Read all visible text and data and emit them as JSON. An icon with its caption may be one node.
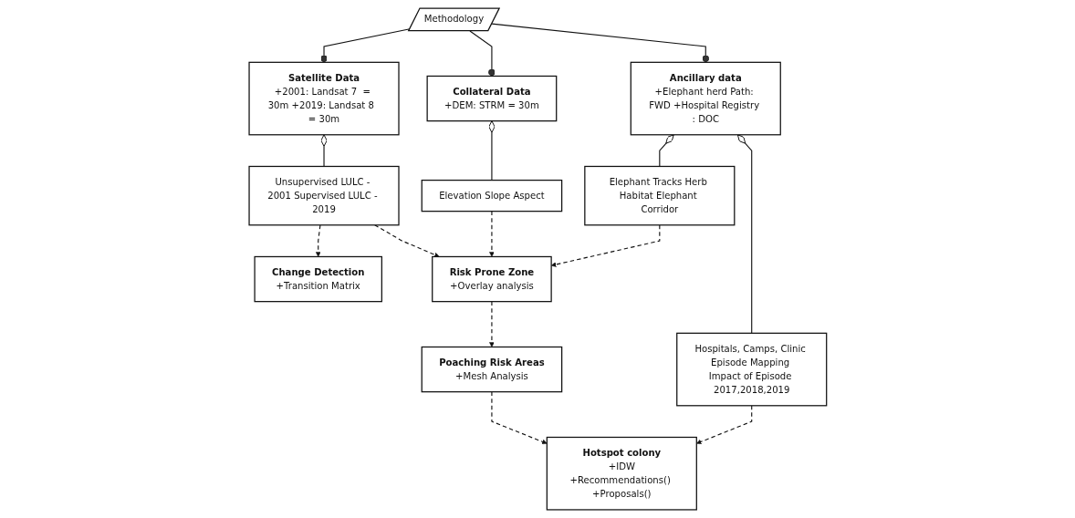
{
  "diagram": {
    "nodes": [
      {
        "text": [
          "Methodology"
        ]
      },
      {
        "text": [
          "Satellite Data",
          "+2001: Landsat 7  = 30m +2019: Landsat 8  = 30m"
        ]
      },
      {
        "text": [
          "Collateral Data",
          "+DEM: STRM = 30m"
        ]
      },
      {
        "text": [
          "Ancillary data",
          "+Elephant herd Path: FWD +Hospital Registry : DOC"
        ]
      },
      {
        "text": [
          "Unsupervised LULC - 2001 Supervised LULC - 2019"
        ]
      },
      {
        "text": [
          "Elevation Slope Aspect"
        ]
      },
      {
        "text": [
          "Elephant Tracks Herb Habitat Elephant Corridor"
        ]
      },
      {
        "text": [
          "Hospitals, Camps, Clinic Episode Mapping Impact of Episode 2017,2018,2019"
        ]
      },
      {
        "text": [
          "Change Detection",
          "+Transition Matrix"
        ]
      },
      {
        "text": [
          "Risk Prone Zone",
          "+Overlay analysis"
        ]
      },
      {
        "text": [
          "Hotspot colony",
          "+IDW",
          "+Recommendations() +Proposals()"
        ]
      },
      {
        "text": [
          "Poaching Risk Areas",
          "+Mesh Analysis"
        ]
      }
    ],
    "edges": [
      {
        "from": 0,
        "to": 1,
        "arrow": "other"
      },
      {
        "from": 0,
        "to": 2,
        "arrow": "other"
      },
      {
        "from": 0,
        "to": 3,
        "arrow": "other"
      },
      {
        "from": 4,
        "to": 1,
        "arrow": "other"
      },
      {
        "from": 5,
        "to": 2,
        "arrow": "other"
      },
      {
        "from": 6,
        "to": 3,
        "arrow": "other"
      },
      {
        "from": 7,
        "to": 3,
        "arrow": "other"
      },
      {
        "from": 4,
        "to": 8,
        "arrow": "to",
        "style": "dashed"
      },
      {
        "from": 4,
        "to": 9,
        "arrow": "to",
        "style": "dashed"
      },
      {
        "from": 5,
        "to": 9,
        "arrow": "to",
        "style": "dashed"
      },
      {
        "from": 6,
        "to": 9,
        "arrow": "to",
        "style": "dashed"
      },
      {
        "from": 7,
        "to": 10,
        "arrow": "to",
        "style": "dashed"
      },
      {
        "from": 9,
        "to": 11,
        "arrow": "to",
        "style": "dashed"
      },
      {
        "from": 11,
        "to": 10,
        "arrow": "to",
        "style": "dashed"
      }
    ]
  }
}
